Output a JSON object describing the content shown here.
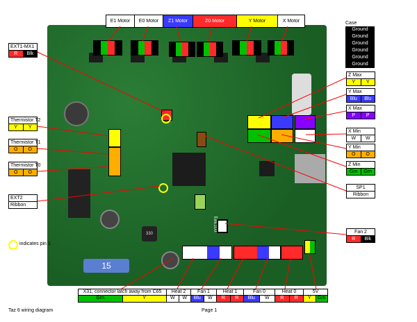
{
  "top_motors": [
    "E1 Motor",
    "E0 Motor",
    "Z1 Motor",
    "Z0 Motor",
    "Y Motor",
    "X Motor"
  ],
  "case": {
    "title": "Case",
    "items": [
      "Ground",
      "Ground",
      "Ground",
      "Ground",
      "Ground",
      "Ground"
    ]
  },
  "left": {
    "ext1": {
      "title": "EXT1-MX1",
      "c1": "R",
      "c2": "Blk"
    },
    "t2": {
      "title": "Thermistor T2",
      "c1": "Y",
      "c2": "Y"
    },
    "t1": {
      "title": "Thermistor T1",
      "c1": "O",
      "c2": "O"
    },
    "t0": {
      "title": "Thermistor T0",
      "c1": "O",
      "c2": "O"
    },
    "ext2": {
      "title": "EXT2",
      "sub": "Ribbon"
    }
  },
  "right": {
    "zmax": {
      "title": "Z Max",
      "c1": "Y",
      "c2": "Y"
    },
    "ymax": {
      "title": "Y Max",
      "c1": "Blu",
      "c2": "Blu"
    },
    "xmax": {
      "title": "X Max",
      "c1": "P",
      "c2": "P"
    },
    "xmin": {
      "title": "X Min",
      "c1": "W",
      "c2": "W"
    },
    "ymin": {
      "title": "Y Min",
      "c1": "O",
      "c2": "O"
    },
    "zmin": {
      "title": "Z Min",
      "c1": "Grn",
      "c2": "Grn"
    },
    "sp1": {
      "title": "SP1",
      "sub": "Ribbon"
    },
    "fan2": {
      "title": "Fan 2",
      "c1": "R",
      "c2": "Blk"
    }
  },
  "legend": {
    "pin1": "indicates pin 1"
  },
  "bottom": {
    "x31": {
      "title": "X31, connector latch away from C65",
      "c1": "Grn",
      "c2": "Y"
    },
    "heat2": {
      "title": "Heat 2",
      "c1": "W",
      "c2": "W"
    },
    "fan1": {
      "title": "Fan 1",
      "c1": "Blu",
      "c2": "W"
    },
    "heat1": {
      "title": "Heat 1",
      "c1": "R",
      "c2": "R"
    },
    "fan0": {
      "title": "Fan 0",
      "c1": "Blu",
      "c2": "W"
    },
    "heat0": {
      "title": "Heat 0",
      "c1": "R",
      "c2": "R"
    },
    "v5": {
      "title": "5V",
      "c1": "Y",
      "c2": "Grn"
    }
  },
  "footer": {
    "left": "Taz 6 wiring diagram",
    "center": "Page 1"
  },
  "board_text": {
    "fuse": "15",
    "chip": "EBE1D3",
    "cap": "330"
  }
}
